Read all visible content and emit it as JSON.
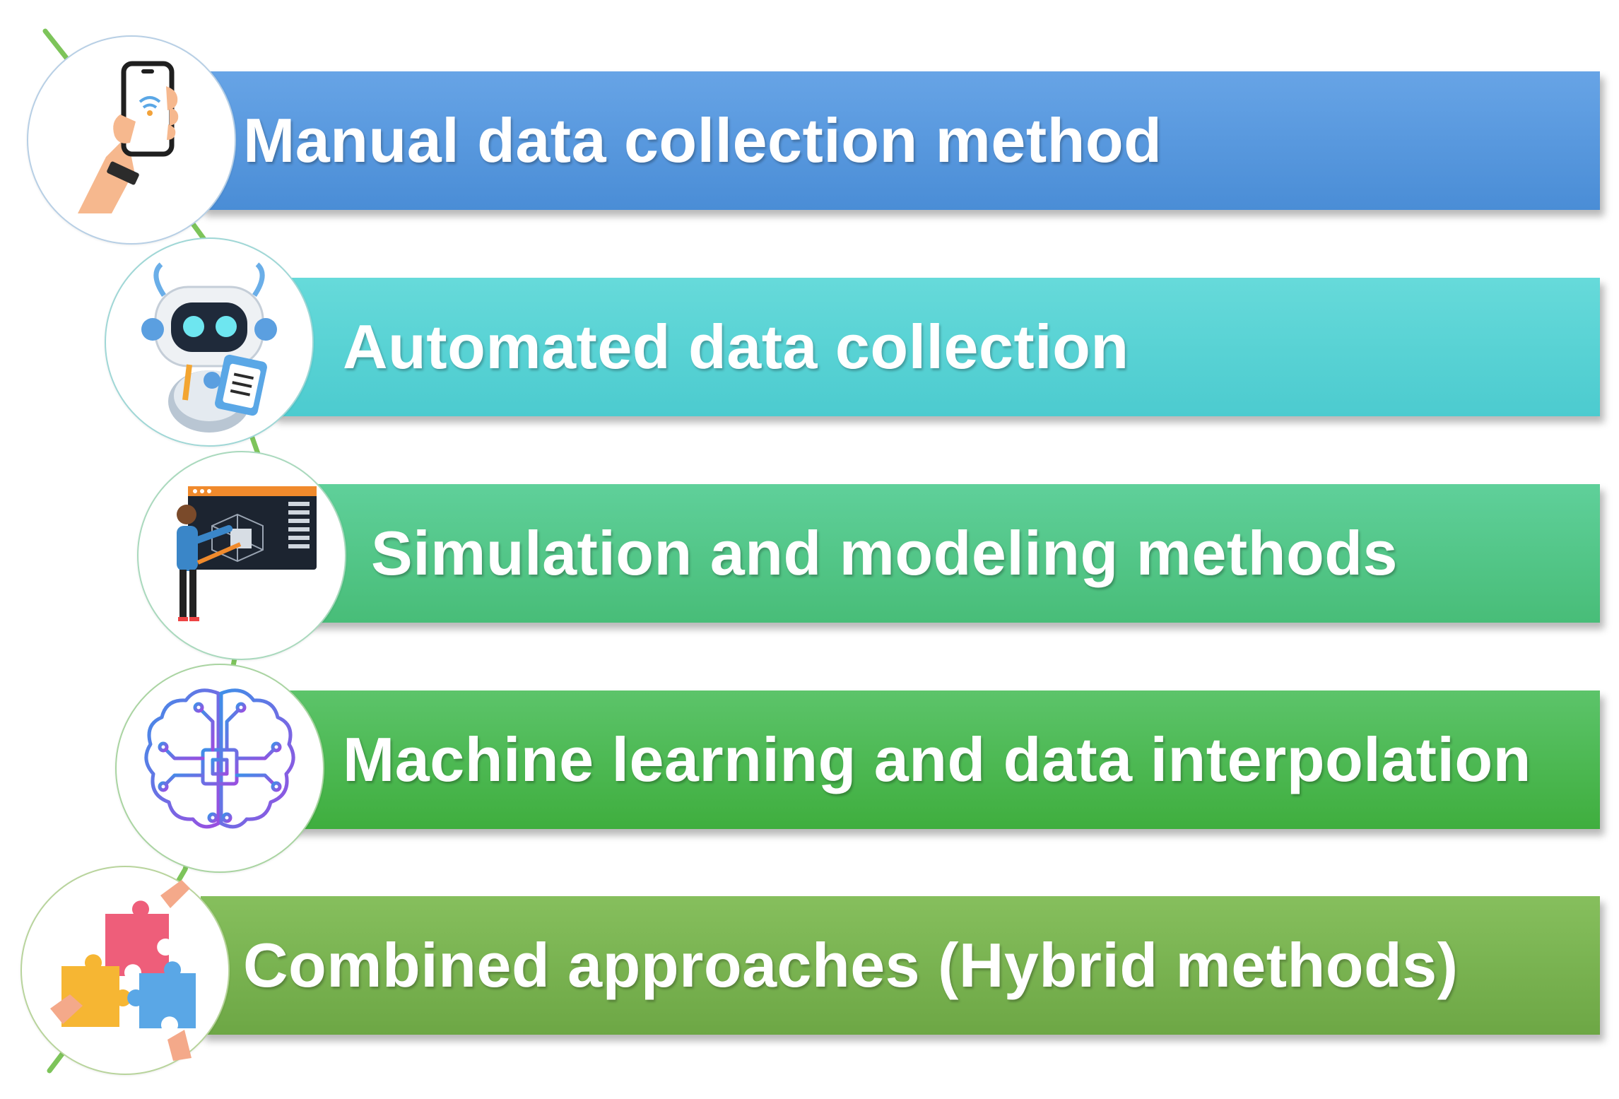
{
  "items": [
    {
      "label": "Manual data collection method",
      "icon": "phone-in-hand-icon",
      "color": "#4a8dd6"
    },
    {
      "label": "Automated data collection",
      "icon": "robot-with-clipboard-icon",
      "color": "#4ccbcf"
    },
    {
      "label": "Simulation and modeling methods",
      "icon": "person-presenting-3d-model-icon",
      "color": "#48bd78"
    },
    {
      "label": "Machine learning and data interpolation",
      "icon": "brain-circuit-icon",
      "color": "#3fae3e"
    },
    {
      "label": "Combined approaches (Hybrid methods)",
      "icon": "hands-puzzle-icon",
      "color": "#6da745"
    }
  ],
  "connector_color": "#7dc45a"
}
